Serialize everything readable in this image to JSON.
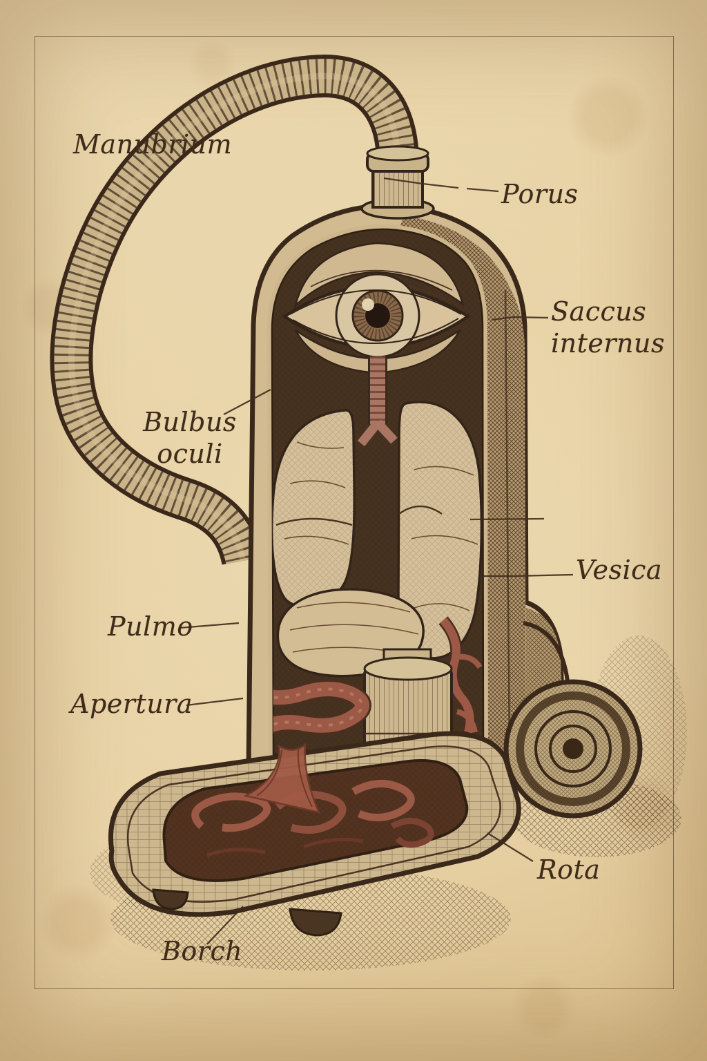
{
  "figure": {
    "description": "Vintage anatomical cutaway engraving of a vacuum cleaner with human-like organs (eye, lungs, stomach, intestines) drawn on aged parchment",
    "style": "sepia ink engraving"
  },
  "labels": {
    "manubrium": {
      "text": "Manubrium"
    },
    "porus": {
      "text": "Porus"
    },
    "saccus_internus": {
      "line1": "Saccus",
      "line2": "internus"
    },
    "bulbus_oculi": {
      "line1": "Bulbus",
      "line2": "oculi"
    },
    "pulmo": {
      "text": "Pulmo"
    },
    "vesica": {
      "text": "Vesica"
    },
    "apertura": {
      "text": "Apertura"
    },
    "rota": {
      "text": "Rota"
    },
    "borch": {
      "text": "Borch"
    }
  },
  "colors": {
    "paper": "#e8d2a6",
    "ink": "#3c2a1b",
    "organ_pale": "#d6c19c",
    "organ_red": "#9c5946",
    "interior_dark": "#46321f",
    "shell_tan": "#cdb78e"
  }
}
